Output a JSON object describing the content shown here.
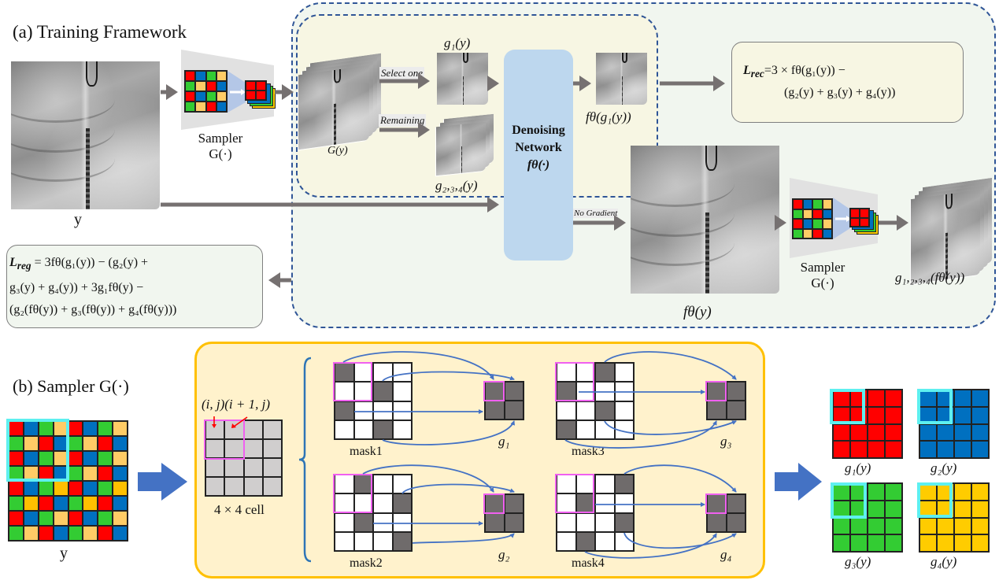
{
  "panel_a": {
    "title": "(a) Training Framework",
    "input_label": "y",
    "sampler_label_line1": "Sampler",
    "sampler_label_line2": "G(·)",
    "sampled_stack_label": "G(y)",
    "select_one_label": "Select one",
    "remaining_label": "Remaining",
    "g1_label": "g₁(y)",
    "g234_label": "g₂,₃,₄(y)",
    "network": {
      "line1": "Denoising",
      "line2": "Network",
      "line3": "fθ(·)"
    },
    "f_g1_label": "fθ(g₁(y))",
    "no_gradient_label": "No Gradient",
    "f_y_label": "fθ(y)",
    "sampler2_label_line1": "Sampler",
    "sampler2_label_line2": "G(·)",
    "g1234_f_label": "g₁,₂,₃,₄(fθ(y))",
    "loss_rec": {
      "name": "L",
      "subscript": "rec",
      "line1": "=3 × fθ(g₁(y)) −",
      "line2": "(g₂(y) + g₃(y) + g₄(y))"
    },
    "loss_reg": {
      "name": "L",
      "subscript": "reg",
      "line1": " = 3fθ(g₁(y)) − (g₂(y) +",
      "line2": "g₃(y) + g₄(y)) + 3g₁fθ(y) −",
      "line3": "(g₂(fθ(y)) + g₃(fθ(y))  + g₄(fθ(y)))"
    }
  },
  "panel_b": {
    "title": "(b) Sampler G(·)",
    "input_label": "y",
    "cell_label": "4 × 4 cell",
    "index_label": "(i, j)(i + 1, j)",
    "masks": [
      {
        "name": "mask1",
        "output": "g₁",
        "dark_cells": [
          [
            0,
            0
          ],
          [
            1,
            2
          ],
          [
            2,
            0
          ],
          [
            3,
            2
          ]
        ]
      },
      {
        "name": "mask2",
        "output": "g₂",
        "dark_cells": [
          [
            0,
            1
          ],
          [
            1,
            3
          ],
          [
            2,
            1
          ],
          [
            3,
            3
          ]
        ]
      },
      {
        "name": "mask3",
        "output": "g₃",
        "dark_cells": [
          [
            0,
            2
          ],
          [
            1,
            0
          ],
          [
            2,
            2
          ],
          [
            3,
            0
          ]
        ]
      },
      {
        "name": "mask4",
        "output": "g₄",
        "dark_cells": [
          [
            0,
            3
          ],
          [
            1,
            1
          ],
          [
            2,
            3
          ],
          [
            3,
            1
          ]
        ]
      }
    ],
    "outputs": [
      {
        "label": "g₁(y)",
        "color": "#ff0000"
      },
      {
        "label": "g₂(y)",
        "color": "#0070c0"
      },
      {
        "label": "g₃(y)",
        "color": "#33cc33"
      },
      {
        "label": "g₄(y)",
        "color": "#ffcc00"
      }
    ]
  },
  "colors": {
    "red": "#ff0000",
    "blue": "#0070c0",
    "green": "#33cc33",
    "light_yellow": "#ffcc66",
    "dark_yellow": "#ffc000",
    "arrow_gray": "#767171",
    "network_blue": "#bdd7ee",
    "dashed_border": "#2f5597",
    "outer_bg": "#f1f6ef",
    "inner_bg": "#f7f6e3",
    "sampler_box_bg": "#fff2cc",
    "sampler_box_border": "#ffc000",
    "mask_dark": "#6f6b6b",
    "highlight_magenta": "#f060f0",
    "highlight_cyan": "#5ef0f0",
    "connector_blue": "#4472c4"
  }
}
